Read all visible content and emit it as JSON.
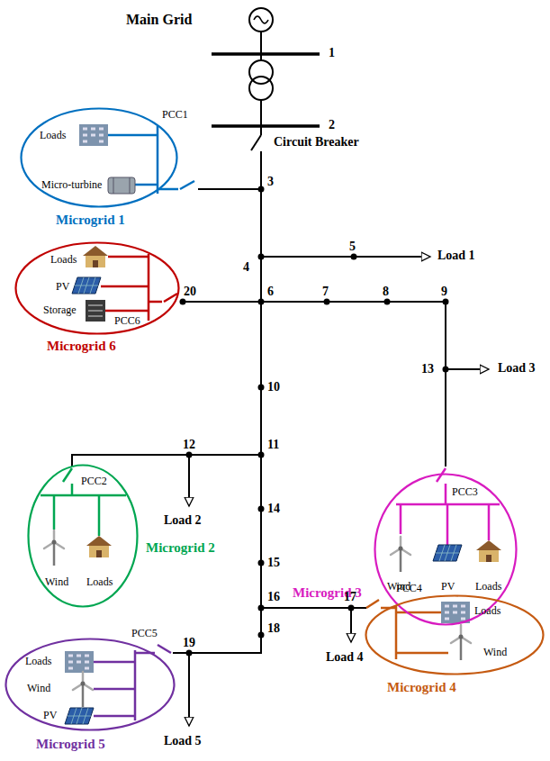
{
  "diagram": {
    "nodes": [
      {
        "text": [
          "Microgrid 1",
          "PCC1",
          "Loads",
          "Micro-turbine"
        ]
      },
      {
        "text": [
          "Microgrid 6",
          "Loads",
          "PV",
          "Storage",
          "PCC6"
        ]
      },
      {
        "text": [
          "Microgrid 2",
          "PCC2",
          "Wind",
          "Loads"
        ]
      },
      {
        "text": [
          "Microgrid 3",
          "PCC3",
          "Wind",
          "PV",
          "Loads"
        ]
      },
      {
        "text": [
          "Microgrid 4",
          "PCC4",
          "Loads",
          "Wind"
        ]
      },
      {
        "text": [
          "Microgrid 5",
          "Loads",
          "PCC5",
          "Wind",
          "PV"
        ]
      }
    ],
    "labels": [
      "Main Grid",
      "1",
      "2",
      "Circuit Breaker",
      "3",
      "4",
      "5",
      "Load 1",
      "20",
      "6",
      "7",
      "8",
      "9",
      "13",
      "Load 3",
      "10",
      "12",
      "11",
      "Load 2",
      "14",
      "15",
      "16",
      "17",
      "Load 4",
      "18",
      "19",
      "Load 5"
    ]
  }
}
